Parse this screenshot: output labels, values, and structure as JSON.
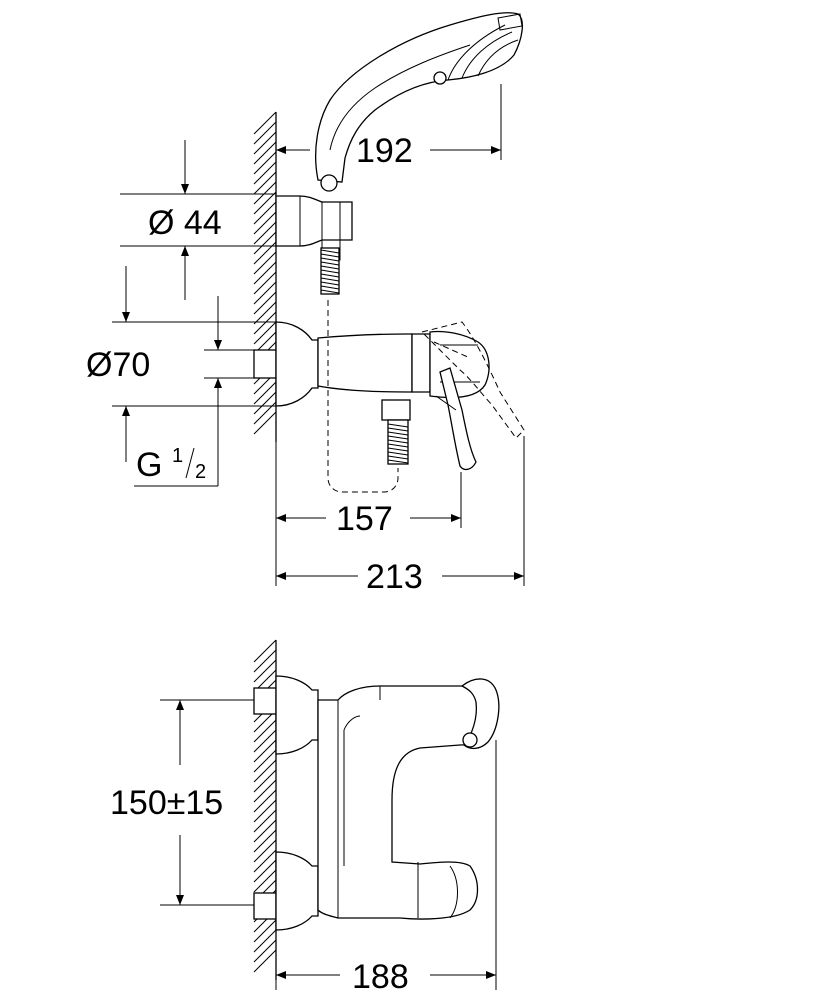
{
  "dimensions": {
    "handshower_reach": "192",
    "holder_diameter": "Ø 44",
    "mixer_diameter": "Ø70",
    "thread_main": "G",
    "thread_num": "1",
    "thread_den": "2",
    "lever_projection": "157",
    "total_projection": "213",
    "center_distance": "150±15",
    "body_depth": "188"
  },
  "colors": {
    "line": "#000000",
    "background": "#ffffff"
  }
}
